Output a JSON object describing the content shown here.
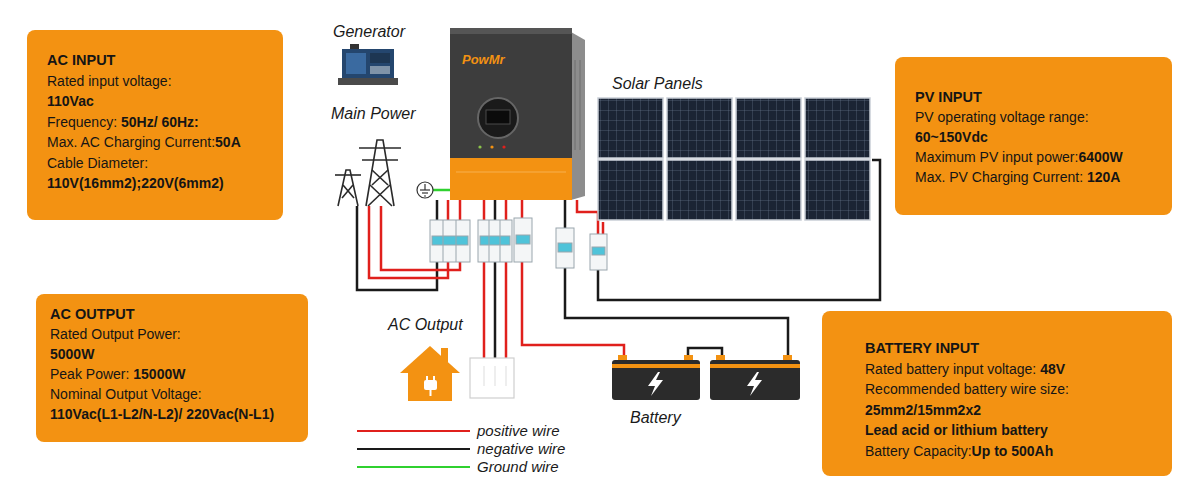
{
  "diagram": {
    "nodes": [
      {
        "text": [
          "AC INPUT",
          "Rated input voltage:",
          "110Vac",
          "Frequency:",
          "50Hz/ 60Hz:",
          "Max. AC Charging Current:",
          "50A",
          "Cable Diameter:",
          "110V(16mm2);220V(6mm2)"
        ]
      },
      {
        "text": [
          "PowMr"
        ]
      },
      {
        "text": [
          "PV INPUT",
          "PV operating voltage range:",
          "60~150Vdc",
          "Maximum PV input power:",
          "6400W",
          "Max. PV Charging Current:",
          "120A"
        ]
      },
      {
        "text": [
          "AC OUTPUT",
          "Rated Output Power:",
          "5000W",
          "Peak Power:",
          "15000W",
          "Nominal Output Voltage:",
          "110Vac(L1-L2/N-L2)/ 220Vac(N-L1)"
        ]
      },
      {
        "text": [
          "BATTERY INPUT",
          "Rated battery input voltage:",
          "48V",
          "Recommended battery wire size:",
          "25mm2/15mm2x2",
          "Lead acid or lithium battery",
          "Battery Capacity:",
          "Up to 500Ah"
        ]
      }
    ],
    "labels": [
      "Generator",
      "Main Power",
      "Solar Panels",
      "AC Output",
      "Battery"
    ],
    "legend": [
      {
        "text": "positive wire"
      },
      {
        "text": "negative wire"
      },
      {
        "text": "Ground wire"
      }
    ]
  }
}
